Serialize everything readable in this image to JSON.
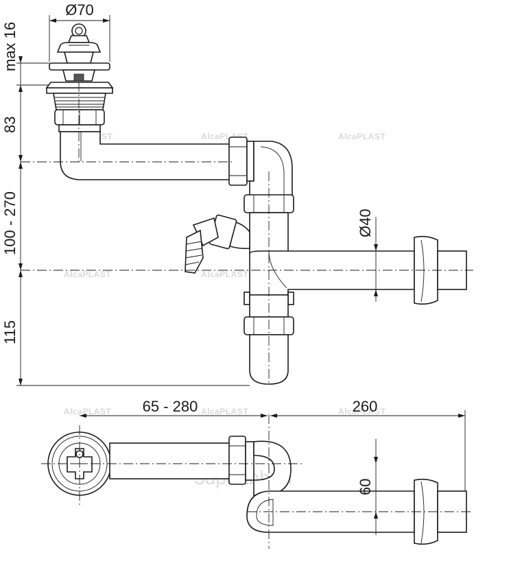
{
  "dimensions": {
    "top_diameter": "Ø70",
    "max_height": "max 16",
    "drain_height": "83",
    "adjust_range": "100 - 270",
    "trap_depth": "115",
    "outlet_diameter": "Ø40",
    "horizontal_range": "65 - 280",
    "outlet_length": "260",
    "offset": "60"
  },
  "watermarks": {
    "brand": "AlcaPLAST",
    "site": "3dpdrtbh.ru"
  },
  "colors": {
    "line": "#1a1a1a",
    "background": "#ffffff",
    "watermark": "#d8d8d8"
  }
}
